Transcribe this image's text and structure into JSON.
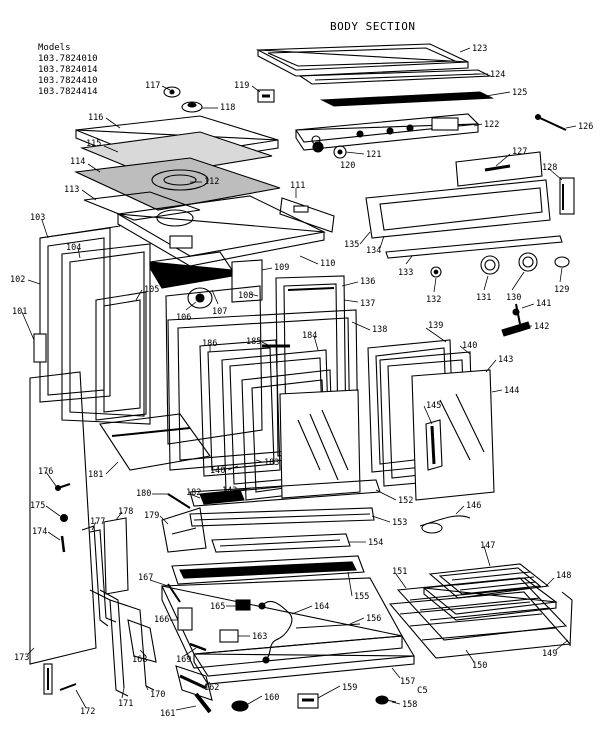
{
  "title": "BODY SECTION",
  "models": {
    "heading": "Models",
    "numbers": [
      "103.7824010",
      "103.7824014",
      "103.7824410",
      "103.7824414"
    ]
  },
  "footer_code": "C5",
  "callouts": [
    {
      "id": "123",
      "label": "123"
    },
    {
      "id": "124",
      "label": "124"
    },
    {
      "id": "125",
      "label": "125"
    },
    {
      "id": "126",
      "label": "126"
    },
    {
      "id": "122",
      "label": "122"
    },
    {
      "id": "127",
      "label": "127"
    },
    {
      "id": "128",
      "label": "128"
    },
    {
      "id": "117",
      "label": "117"
    },
    {
      "id": "118",
      "label": "118"
    },
    {
      "id": "119",
      "label": "119"
    },
    {
      "id": "120",
      "label": "120"
    },
    {
      "id": "121",
      "label": "121"
    },
    {
      "id": "116",
      "label": "116"
    },
    {
      "id": "115",
      "label": "115"
    },
    {
      "id": "114",
      "label": "114"
    },
    {
      "id": "112",
      "label": "112"
    },
    {
      "id": "113",
      "label": "113"
    },
    {
      "id": "111",
      "label": "111"
    },
    {
      "id": "135",
      "label": "135"
    },
    {
      "id": "134",
      "label": "134"
    },
    {
      "id": "133",
      "label": "133"
    },
    {
      "id": "103",
      "label": "103"
    },
    {
      "id": "104",
      "label": "104"
    },
    {
      "id": "102",
      "label": "102"
    },
    {
      "id": "110",
      "label": "110"
    },
    {
      "id": "109",
      "label": "109"
    },
    {
      "id": "108",
      "label": "108"
    },
    {
      "id": "107",
      "label": "107"
    },
    {
      "id": "106",
      "label": "106"
    },
    {
      "id": "105",
      "label": "105"
    },
    {
      "id": "136",
      "label": "136"
    },
    {
      "id": "137",
      "label": "137"
    },
    {
      "id": "132",
      "label": "132"
    },
    {
      "id": "131",
      "label": "131"
    },
    {
      "id": "130",
      "label": "130"
    },
    {
      "id": "129",
      "label": "129"
    },
    {
      "id": "141",
      "label": "141"
    },
    {
      "id": "142",
      "label": "142"
    },
    {
      "id": "101",
      "label": "101"
    },
    {
      "id": "138",
      "label": "138"
    },
    {
      "id": "139",
      "label": "139"
    },
    {
      "id": "140a",
      "label": "140"
    },
    {
      "id": "143a",
      "label": "143"
    },
    {
      "id": "144",
      "label": "144"
    },
    {
      "id": "145",
      "label": "145"
    },
    {
      "id": "186",
      "label": "186"
    },
    {
      "id": "185",
      "label": "185"
    },
    {
      "id": "184",
      "label": "184"
    },
    {
      "id": "183",
      "label": "183"
    },
    {
      "id": "140b",
      "label": "140"
    },
    {
      "id": "143b",
      "label": "143"
    },
    {
      "id": "181",
      "label": "181"
    },
    {
      "id": "176",
      "label": "176"
    },
    {
      "id": "175",
      "label": "175"
    },
    {
      "id": "174",
      "label": "174"
    },
    {
      "id": "180",
      "label": "180"
    },
    {
      "id": "182",
      "label": "182"
    },
    {
      "id": "179",
      "label": "179"
    },
    {
      "id": "152",
      "label": "152"
    },
    {
      "id": "153",
      "label": "153"
    },
    {
      "id": "146",
      "label": "146"
    },
    {
      "id": "154",
      "label": "154"
    },
    {
      "id": "177",
      "label": "177"
    },
    {
      "id": "178",
      "label": "178"
    },
    {
      "id": "147",
      "label": "147"
    },
    {
      "id": "151",
      "label": "151"
    },
    {
      "id": "148",
      "label": "148"
    },
    {
      "id": "167",
      "label": "167"
    },
    {
      "id": "155",
      "label": "155"
    },
    {
      "id": "165",
      "label": "165"
    },
    {
      "id": "164",
      "label": "164"
    },
    {
      "id": "166",
      "label": "166"
    },
    {
      "id": "156",
      "label": "156"
    },
    {
      "id": "163",
      "label": "163"
    },
    {
      "id": "169",
      "label": "169"
    },
    {
      "id": "150",
      "label": "150"
    },
    {
      "id": "149",
      "label": "149"
    },
    {
      "id": "168",
      "label": "168"
    },
    {
      "id": "173",
      "label": "173"
    },
    {
      "id": "162",
      "label": "162"
    },
    {
      "id": "157",
      "label": "157"
    },
    {
      "id": "170",
      "label": "170"
    },
    {
      "id": "171",
      "label": "171"
    },
    {
      "id": "172",
      "label": "172"
    },
    {
      "id": "161",
      "label": "161"
    },
    {
      "id": "160",
      "label": "160"
    },
    {
      "id": "159",
      "label": "159"
    },
    {
      "id": "158",
      "label": "158"
    }
  ]
}
